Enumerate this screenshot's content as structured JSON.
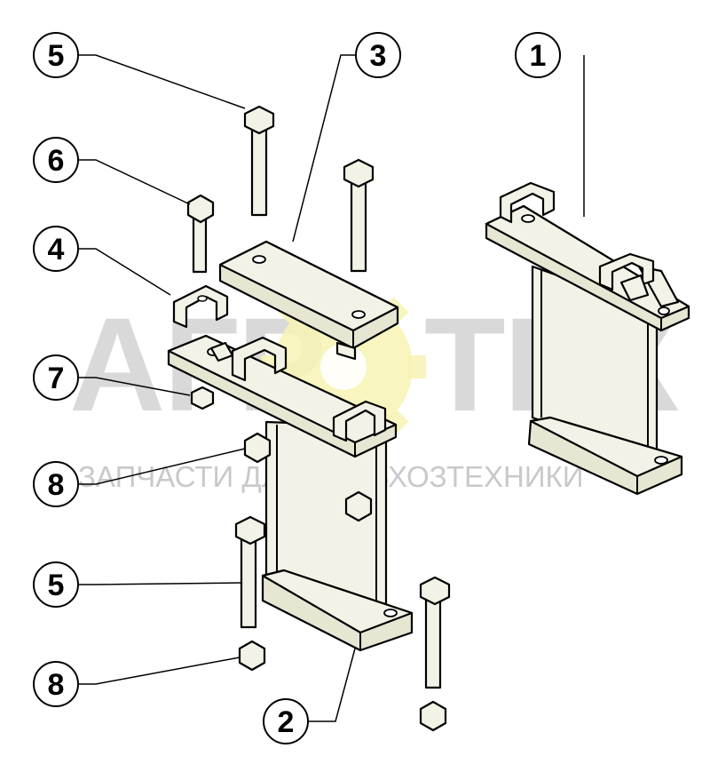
{
  "watermark": {
    "brand_left": "АГР",
    "brand_right": "ТЕХ",
    "tagline": "ЗАПЧАСТИ ДЛЯ СЕЛЬХОЗТЕХНИКИ",
    "gear_color": "#f5f0a0"
  },
  "callouts": [
    {
      "id": "c1",
      "label": "1"
    },
    {
      "id": "c2",
      "label": "2"
    },
    {
      "id": "c3",
      "label": "3"
    },
    {
      "id": "c4",
      "label": "4"
    },
    {
      "id": "c5a",
      "label": "5"
    },
    {
      "id": "c5b",
      "label": "5"
    },
    {
      "id": "c6",
      "label": "6"
    },
    {
      "id": "c7",
      "label": "7"
    },
    {
      "id": "c8a",
      "label": "8"
    },
    {
      "id": "c8b",
      "label": "8"
    }
  ]
}
